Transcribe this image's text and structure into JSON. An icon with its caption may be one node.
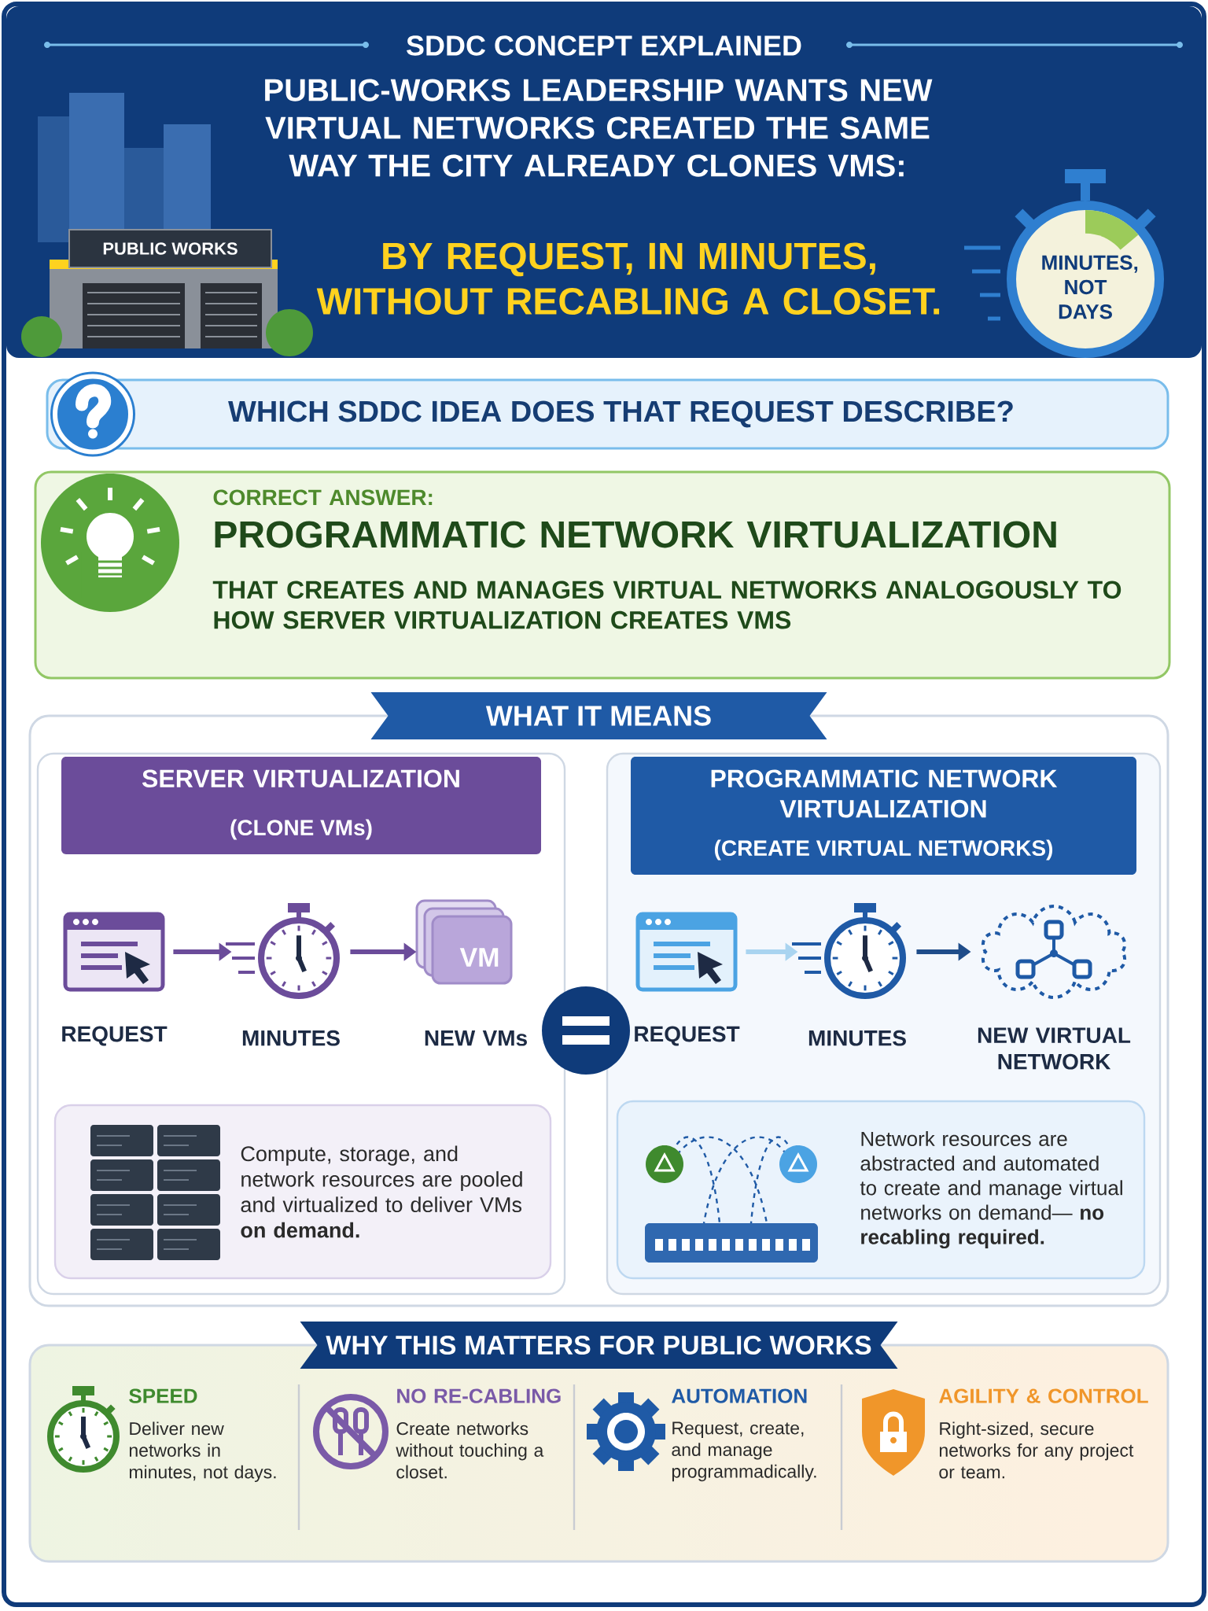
{
  "diagram": {
    "title": "SDDC CONCEPT EXPLAINED",
    "nodes": [
      {
        "text": [
          "PUBLIC-WORKS LEADERSHIP WANTS NEW VIRTUAL NETWORKS CREATED THE SAME WAY THE CITY ALREADY CLONES VMS:",
          "BY REQUEST, IN MINUTES, WITHOUT RECABLING A CLOSET."
        ]
      },
      {
        "text": [
          "PUBLIC WORKS"
        ],
        "in": 0
      },
      {
        "text": [
          "MINUTES, NOT DAYS"
        ],
        "in": 0
      },
      {
        "text": [
          "WHICH SDDC IDEA DOES THAT REQUEST DESCRIBE?"
        ]
      },
      {
        "text": [
          "CORRECT ANSWER:",
          "PROGRAMMATIC NETWORK VIRTUALIZATION",
          "THAT CREATES AND MANAGES VIRTUAL NETWORKS ANALOGOUSLY TO HOW SERVER VIRTUALIZATION CREATES VMS"
        ]
      },
      {
        "text": [
          "WHAT IT MEANS"
        ]
      },
      {
        "text": [
          "SERVER VIRTUALIZATION",
          "(CLONE VMs)"
        ],
        "in": 5
      },
      {
        "text": [
          "REQUEST"
        ],
        "in": 6
      },
      {
        "text": [
          "MINUTES"
        ],
        "in": 6
      },
      {
        "text": [
          "VM",
          "NEW VMs"
        ],
        "in": 6
      },
      {
        "text": [
          "Compute, storage, and network resources are pooled and virtualized to deliver VMs **on demand.**"
        ],
        "in": 6
      },
      {
        "text": [
          "PROGRAMMATIC NETWORK VIRTUALIZATION",
          "(CREATE VIRTUAL NETWORKS)"
        ],
        "in": 5
      },
      {
        "text": [
          "REQUEST"
        ],
        "in": 11
      },
      {
        "text": [
          "MINUTES"
        ],
        "in": 11
      },
      {
        "text": [
          "NEW VIRTUAL NETWORK"
        ],
        "in": 11
      },
      {
        "text": [
          "Network resources are abstracted and automated to create and manage virtual networks on demand— **no recabling required.**"
        ],
        "in": 11
      },
      {
        "text": [
          "WHY THIS MATTERS FOR PUBLIC WORKS"
        ]
      },
      {
        "text": [
          "SPEED",
          "Deliver new networks in minutes, not days."
        ],
        "in": 16
      },
      {
        "text": [
          "NO RE-CABLING",
          "Create networks without touching a closet."
        ],
        "in": 16
      },
      {
        "text": [
          "AUTOMATION",
          "Request, create, and manage programmadically."
        ],
        "in": 16
      },
      {
        "text": [
          "AGILITY & CONTROL",
          "Right-sized, secure networks for any project or team."
        ],
        "in": 16
      }
    ],
    "edges": [
      {
        "from": 7,
        "to": 8,
        "arrow": "to"
      },
      {
        "from": 8,
        "to": 9,
        "arrow": "to"
      },
      {
        "from": 12,
        "to": 13,
        "arrow": "to",
        "color": "#a9d4f0"
      },
      {
        "from": 13,
        "to": 14,
        "arrow": "to",
        "color": "#1f4d8a"
      }
    ]
  }
}
